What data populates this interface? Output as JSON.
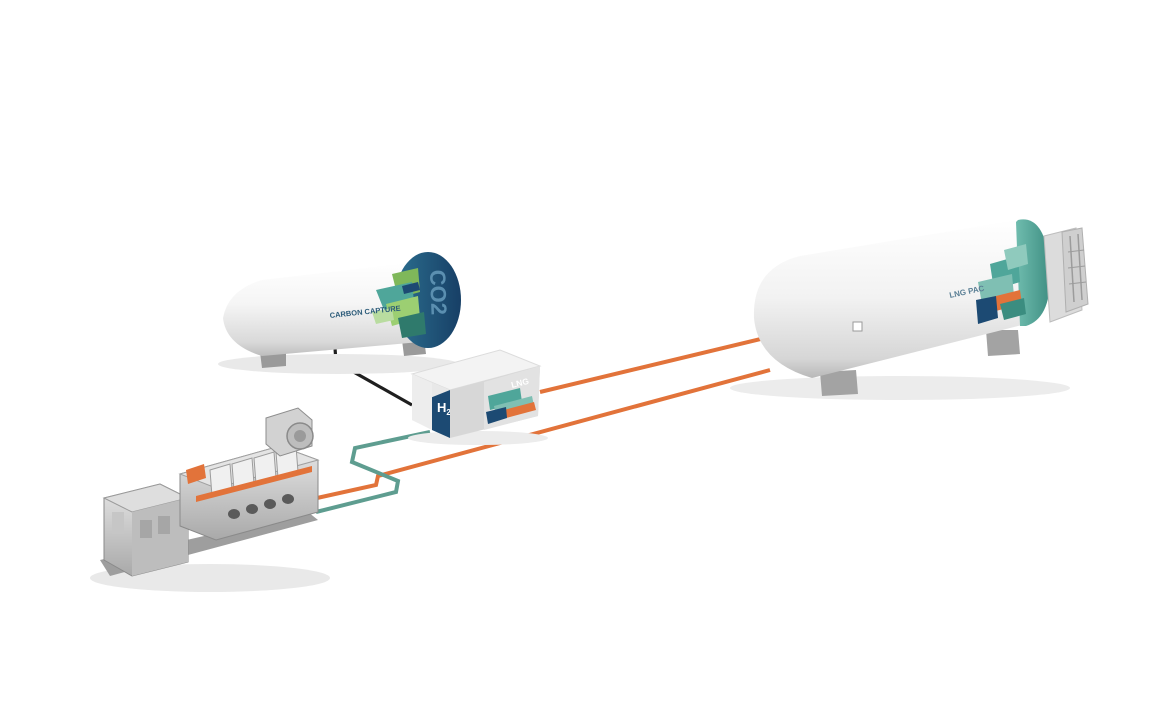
{
  "labels": {
    "carbon_capture": "CARBON CAPTURE",
    "co2": "CO2",
    "h2": "H",
    "h2_sub": "2",
    "lng": "LNG",
    "lng_pac": "LNG PAC"
  },
  "colors": {
    "fuel_pipe": "#e2733a",
    "h2_pipe": "#5e9d90",
    "co2_pipe": "#1f1f1f",
    "navy": "#1c4a73",
    "teal": "#4fa69a",
    "green": "#7fb85a",
    "tank_white": "#f4f4f4"
  }
}
